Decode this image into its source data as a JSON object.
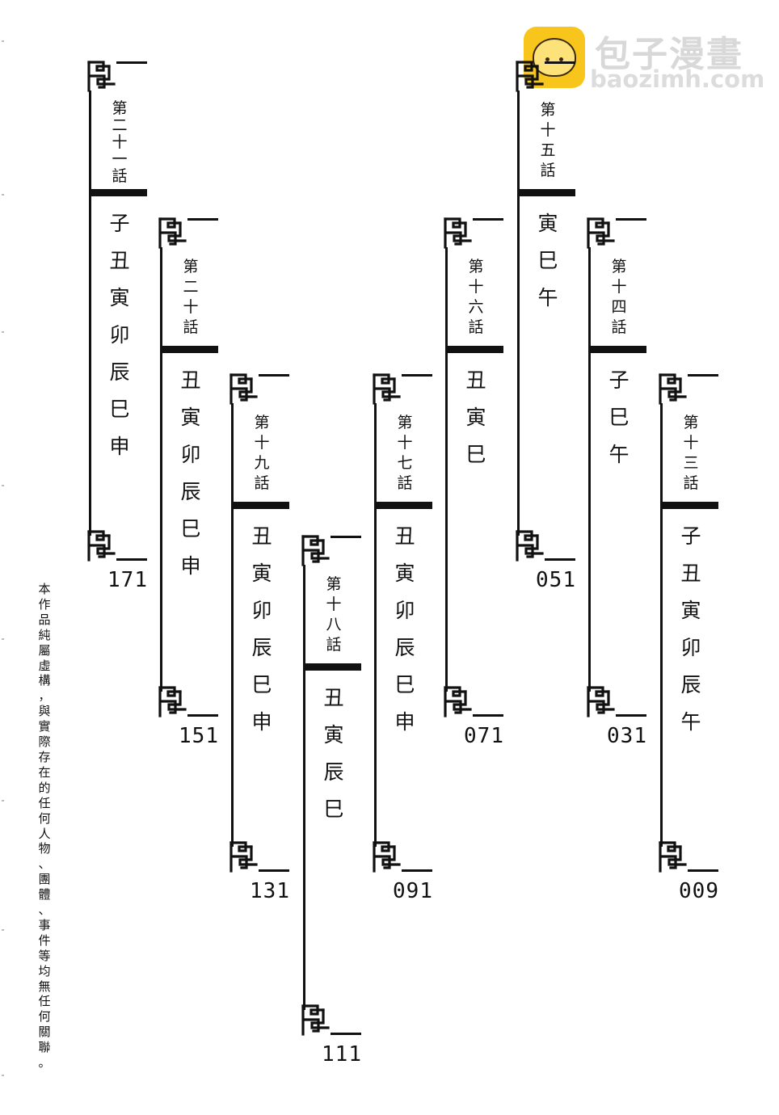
{
  "watermark": {
    "brand": "包子漫畫",
    "url": "baozimh.com"
  },
  "disclaimer": "本作品純屬虛構，與實際存在的任何人物、團體、事件等均無任何關聯。",
  "chapters": [
    {
      "title": "第二十一話",
      "signs": "子丑寅卯辰巳申",
      "page": "171"
    },
    {
      "title": "第二十話",
      "signs": "丑寅卯辰巳申",
      "page": "151"
    },
    {
      "title": "第十九話",
      "signs": "丑寅卯辰巳申",
      "page": "131"
    },
    {
      "title": "第十八話",
      "signs": "丑寅辰巳",
      "page": "111"
    },
    {
      "title": "第十七話",
      "signs": "丑寅卯辰巳申",
      "page": "091"
    },
    {
      "title": "第十六話",
      "signs": "丑寅巳",
      "page": "071"
    },
    {
      "title": "第十五話",
      "signs": "寅巳午",
      "page": "051"
    },
    {
      "title": "第十四話",
      "signs": "子巳午",
      "page": "031"
    },
    {
      "title": "第十三話",
      "signs": "子丑寅卯辰午",
      "page": "009"
    }
  ]
}
